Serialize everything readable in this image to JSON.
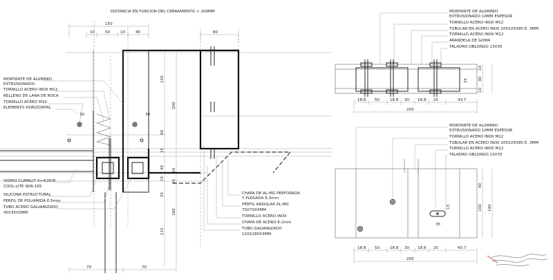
{
  "section": {
    "title": "DISTANCIA EN FUNCION DEL CERRAMIENTO < 200MM",
    "top_dims": [
      "150",
      "10",
      "50",
      "10",
      "40"
    ],
    "right_top_dim": "80",
    "left_dims": [
      "30",
      "30"
    ],
    "vertical_dims": [
      "120",
      "200",
      "60",
      "15",
      "40",
      "15",
      "10",
      "15",
      "25",
      "160",
      "115"
    ],
    "bottom_dims": [
      "70",
      "70"
    ],
    "labels_left": [
      "MONTANTE DE ALUMINIO",
      "EXTRUSIONADO",
      "TORNILLO ACERO INOX M12",
      "RELLENO DE LANA DE ROCA",
      "TORNILLO ACERO M10",
      "ELEMENTO HORIZONTAL"
    ],
    "labels_left_bottom": [
      "VIDRIO CLIMALIT 4+4/20/8",
      "COOL-LITE SKN-165",
      "SILICONA ESTRUCTURAL",
      "PERFIL DE POLIAMIDA E:5mm",
      "TUBO ACERO GALVANIZADO",
      "40X35X3MM"
    ],
    "labels_right": [
      "CHAPA DE AL-MG PERFORADA",
      "Y PLEGADA E:3mm",
      "PERFIL ANGULAR AL-MG",
      "70X70X4MM",
      "TORNILLO ACERO INOX",
      "CHAPA DE ACERO E:2mm",
      "TUBO GALVANIZADO",
      "120X180X3MM"
    ]
  },
  "plan_top": {
    "labels": [
      "MONTANTE DE ALUMINIO",
      "EXTRUSIONADO 10MM ESPESOR",
      "TORNILLO ACERO INOX M12",
      "TUBULAR EN ACERO INOX 205X25X80 E. 3MM",
      "TORNILLO ACERO INOX M12",
      "ARANDELA DE GOMA",
      "TALADRO OBLONGO 13X35"
    ],
    "dims": [
      "18.8",
      "50",
      "18.8",
      "30",
      "18.8",
      "25",
      "43.7"
    ],
    "total": "205",
    "right_dims": [
      "10",
      "30",
      "10"
    ],
    "inner_dim": "25"
  },
  "plan_bottom": {
    "labels": [
      "MONTANTE DE ALUMINIO",
      "EXTRUSIONADO 10MM ESPESOR",
      "TORNILLO ACERO INOX M12",
      "TUBULAR EN ACERO INOX 205X25X80 E. 3MM",
      "TORNILLO ACERO INOX M12",
      "TALADRO OBLONGO 13X35"
    ],
    "dims": [
      "18.8",
      "50",
      "18.8",
      "30",
      "18.8",
      "25",
      "43.7"
    ],
    "total": "205",
    "right_dims": [
      "40",
      "100",
      "140"
    ],
    "inner_dims": [
      "13",
      "35"
    ]
  }
}
